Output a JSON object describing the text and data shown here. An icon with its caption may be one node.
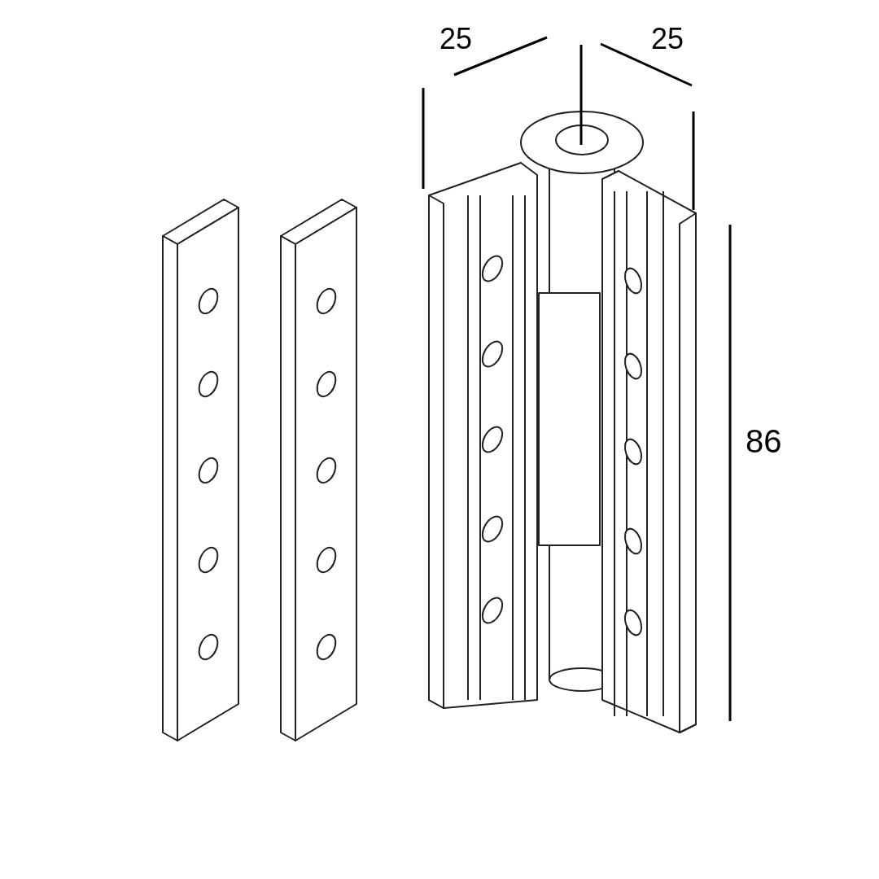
{
  "diagram": {
    "labels": [
      "25",
      "25",
      "86"
    ]
  }
}
